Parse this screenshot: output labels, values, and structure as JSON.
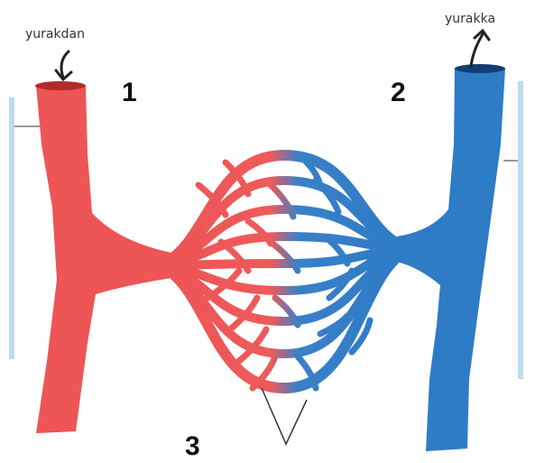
{
  "labels": {
    "from_heart": "yurakdan",
    "to_heart": "yurakka",
    "artery_number": "1",
    "vein_number": "2",
    "capillary_number": "3"
  },
  "colors": {
    "artery": "#EE5555",
    "vein": "#2E7BC6",
    "background": "#FFFFFF",
    "side_bar": "#B9DCEF",
    "arrow": "#222222",
    "lumen_artery": "#B22A2A",
    "lumen_vein": "#123E73"
  },
  "icons": {
    "inflow": "arrow-down-icon",
    "outflow": "arrow-up-icon"
  }
}
